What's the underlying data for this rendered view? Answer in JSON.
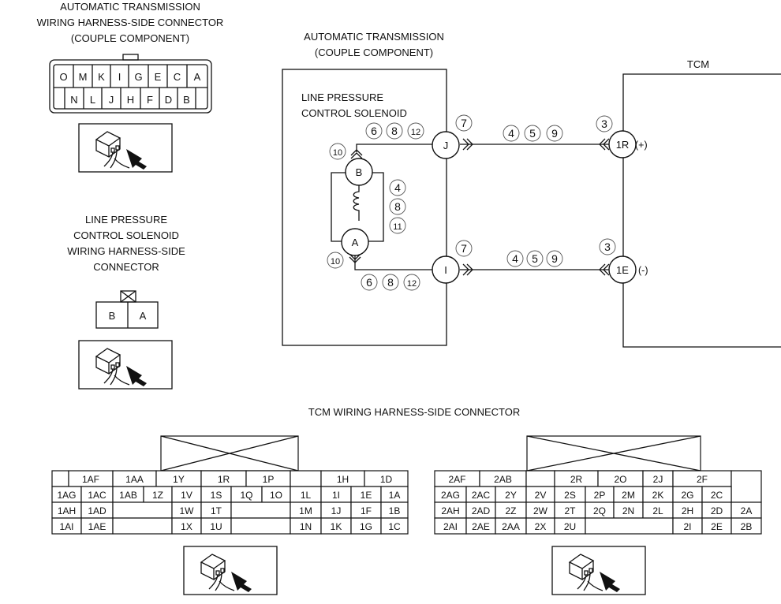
{
  "left_panel": {
    "at_connector_title": [
      "AUTOMATIC TRANSMISSION",
      "WIRING HARNESS-SIDE CONNECTOR",
      "(COUPLE COMPONENT)"
    ],
    "at_connector_top_row": [
      "O",
      "M",
      "K",
      "I",
      "G",
      "E",
      "C",
      "A"
    ],
    "at_connector_bottom_row": [
      "N",
      "L",
      "J",
      "H",
      "F",
      "D",
      "B"
    ],
    "solenoid_connector_title": [
      "LINE PRESSURE",
      "CONTROL SOLENOID",
      "WIRING HARNESS-SIDE",
      "CONNECTOR"
    ],
    "solenoid_connector_pins": [
      "B",
      "A"
    ]
  },
  "diagram": {
    "at_title": [
      "AUTOMATIC TRANSMISSION",
      "(COUPLE COMPONENT)"
    ],
    "tcm_title": "TCM",
    "solenoid_title": [
      "LINE PRESSURE",
      "CONTROL SOLENOID"
    ],
    "terminals": {
      "J": "J",
      "I": "I",
      "B": "B",
      "A": "A",
      "tcm_plus": "1R",
      "tcm_minus": "1E"
    },
    "polarity": {
      "plus": "(+)",
      "minus": "(-)"
    },
    "circled": {
      "upper_solenoid_wire": [
        "6",
        "8",
        "12"
      ],
      "upper_j": [
        "7"
      ],
      "upper_harness": [
        "4",
        "5",
        "9"
      ],
      "upper_tcm": [
        "3"
      ],
      "terminal_b": [
        "10"
      ],
      "solenoid": [
        "4",
        "8",
        "11"
      ],
      "terminal_a": [
        "10"
      ],
      "lower_i": [
        "7"
      ],
      "lower_harness": [
        "4",
        "5",
        "9"
      ],
      "lower_tcm": [
        "3"
      ],
      "lower_solenoid_wire": [
        "6",
        "8",
        "12"
      ]
    }
  },
  "tcm_connector": {
    "title": "TCM WIRING HARNESS-SIDE CONNECTOR",
    "connector1_rows": [
      [
        "",
        "1AF",
        "1AA",
        "1Y",
        "1R",
        "1P",
        "",
        "1H",
        "1D"
      ],
      [
        "1AG",
        "1AC",
        "1AB",
        "1Z",
        "1V",
        "1S",
        "1Q",
        "1O",
        "1L",
        "1I",
        "1E",
        "1A"
      ],
      [
        "1AH",
        "1AD",
        "",
        "1W",
        "1T",
        "",
        "1M",
        "1J",
        "1F",
        "1B"
      ],
      [
        "1AI",
        "1AE",
        "",
        "1X",
        "1U",
        "",
        "1N",
        "1K",
        "1G",
        "1C"
      ]
    ],
    "connector2_rows": [
      [
        "2AF",
        "2AB",
        "",
        "2R",
        "2O",
        "2J",
        "2F",
        ""
      ],
      [
        "2AG",
        "2AC",
        "2Y",
        "2V",
        "2S",
        "2P",
        "2M",
        "2K",
        "2G",
        "2C"
      ],
      [
        "2AH",
        "2AD",
        "2Z",
        "2W",
        "2T",
        "2Q",
        "2N",
        "2L",
        "2H",
        "2D",
        "2A"
      ],
      [
        "2AI",
        "2AE",
        "2AA",
        "2X",
        "2U",
        "",
        "2I",
        "2E",
        "2B"
      ]
    ]
  },
  "icons": {
    "harness_side_view": "connector-harness-view-icon",
    "blocked_cavity": "cross-box-icon"
  }
}
